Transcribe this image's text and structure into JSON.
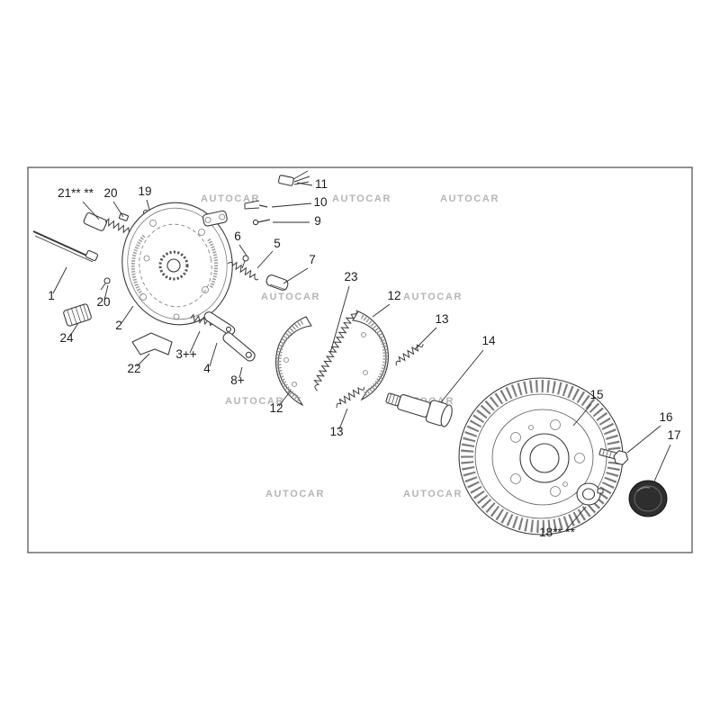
{
  "page": {
    "background": "#ffffff",
    "frame_border_color": "#4a4a4a"
  },
  "watermark": {
    "text": "AUTOCAR",
    "color": "#b5b5b5"
  },
  "labels": {
    "1": "1",
    "2": "2",
    "3": "3++",
    "4": "4",
    "5": "5",
    "6": "6",
    "7": "7",
    "8": "8+",
    "9": "9",
    "10": "10",
    "11": "11",
    "12": "12",
    "13": "13",
    "14": "14",
    "15": "15",
    "16": "16",
    "17": "17",
    "18": "18** **",
    "19": "19",
    "20": "20",
    "21": "21** **",
    "22": "22",
    "23": "23",
    "24": "24"
  }
}
